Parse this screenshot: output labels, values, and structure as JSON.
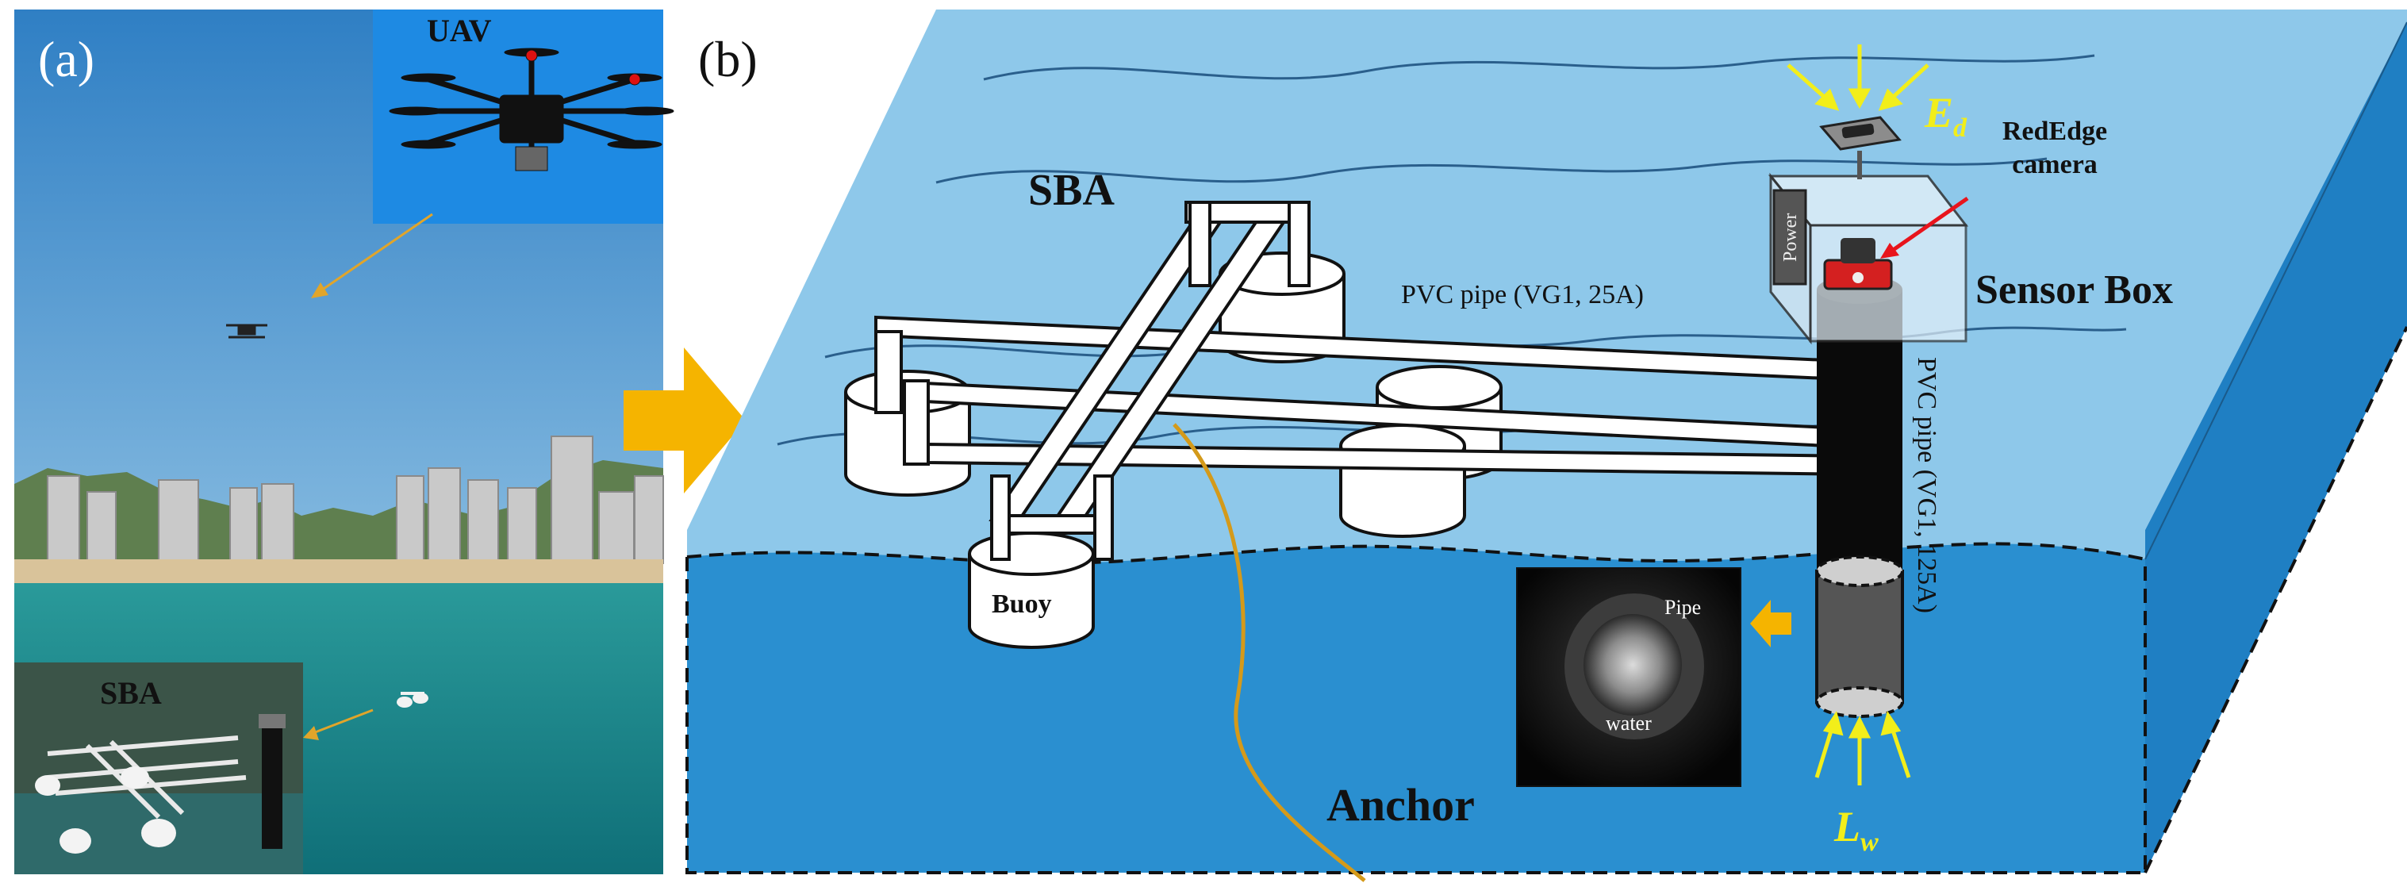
{
  "panel_a": {
    "label": "(a)",
    "uav_inset_label": "UAV",
    "sba_inset_label": "SBA"
  },
  "panel_b": {
    "label": "(b)",
    "sba_label": "SBA",
    "pvc_pipe_horizontal": "PVC pipe (VG1, 25A)",
    "pvc_pipe_vertical": "PVC pipe (VG1, 125A)",
    "sensor_box_label": "Sensor Box",
    "camera_label_line1": "RedEdge",
    "camera_label_line2": "camera",
    "power_label": "Power",
    "ed_symbol": "E",
    "ed_subscript": "d",
    "lw_symbol": "L",
    "lw_subscript": "w",
    "buoy_label": "Buoy",
    "anchor_label": "Anchor",
    "inset_pipe_label": "Pipe",
    "inset_water_label": "water"
  },
  "colors": {
    "sea_top": "#8ec8ea",
    "sea_front": "#2a8fd0",
    "sea_side": "#1f7fc3",
    "arrow_orange": "#f5b400",
    "yellow_arrow": "#f2ee1a",
    "red_arrow": "#e8141c",
    "anchor_line": "#d49a1a"
  }
}
